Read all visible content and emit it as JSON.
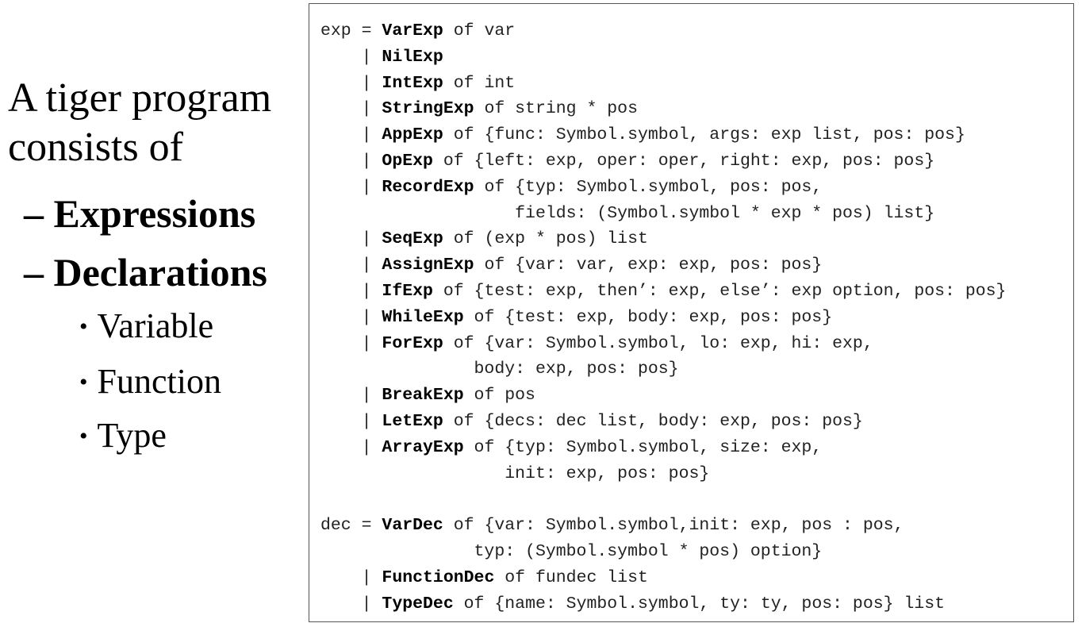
{
  "left_panel": {
    "intro_line1": "A tiger program",
    "intro_line2": "consists of",
    "items": [
      {
        "dash": "– ",
        "label": "Expressions"
      },
      {
        "dash": "– ",
        "label": "Declarations"
      }
    ],
    "bullets": [
      "Variable",
      "Function",
      "Type"
    ],
    "bullet_glyph": "•"
  },
  "code": {
    "lines": [
      {
        "pre": "exp = ",
        "kw": "VarExp",
        "post": " of var"
      },
      {
        "pre": "    | ",
        "kw": "NilExp",
        "post": ""
      },
      {
        "pre": "    | ",
        "kw": "IntExp",
        "post": " of int"
      },
      {
        "pre": "    | ",
        "kw": "StringExp",
        "post": " of string * pos"
      },
      {
        "pre": "    | ",
        "kw": "AppExp",
        "post": " of {func: Symbol.symbol, args: exp list, pos: pos}"
      },
      {
        "pre": "    | ",
        "kw": "OpExp",
        "post": " of {left: exp, oper: oper, right: exp, pos: pos}"
      },
      {
        "pre": "    | ",
        "kw": "RecordExp",
        "post": " of {typ: Symbol.symbol, pos: pos,"
      },
      {
        "pre": "                   fields: (Symbol.symbol * exp * pos) list}",
        "kw": "",
        "post": ""
      },
      {
        "pre": "    | ",
        "kw": "SeqExp",
        "post": " of (exp * pos) list"
      },
      {
        "pre": "    | ",
        "kw": "AssignExp",
        "post": " of {var: var, exp: exp, pos: pos}"
      },
      {
        "pre": "    | ",
        "kw": "IfExp",
        "post": " of {test: exp, then’: exp, else’: exp option, pos: pos}"
      },
      {
        "pre": "    | ",
        "kw": "WhileExp",
        "post": " of {test: exp, body: exp, pos: pos}"
      },
      {
        "pre": "    | ",
        "kw": "ForExp",
        "post": " of {var: Symbol.symbol, lo: exp, hi: exp,"
      },
      {
        "pre": "               body: exp, pos: pos}",
        "kw": "",
        "post": ""
      },
      {
        "pre": "    | ",
        "kw": "BreakExp",
        "post": " of pos"
      },
      {
        "pre": "    | ",
        "kw": "LetExp",
        "post": " of {decs: dec list, body: exp, pos: pos}"
      },
      {
        "pre": "    | ",
        "kw": "ArrayExp",
        "post": " of {typ: Symbol.symbol, size: exp,"
      },
      {
        "pre": "                  init: exp, pos: pos}",
        "kw": "",
        "post": ""
      },
      {
        "pre": "",
        "kw": "",
        "post": ""
      },
      {
        "pre": "dec = ",
        "kw": "VarDec",
        "post": " of {var: Symbol.symbol,init: exp, pos : pos,"
      },
      {
        "pre": "               typ: (Symbol.symbol * pos) option}",
        "kw": "",
        "post": ""
      },
      {
        "pre": "    | ",
        "kw": "FunctionDec",
        "post": " of fundec list"
      },
      {
        "pre": "    | ",
        "kw": "TypeDec",
        "post": " of {name: Symbol.symbol, ty: ty, pos: pos} list"
      }
    ]
  }
}
